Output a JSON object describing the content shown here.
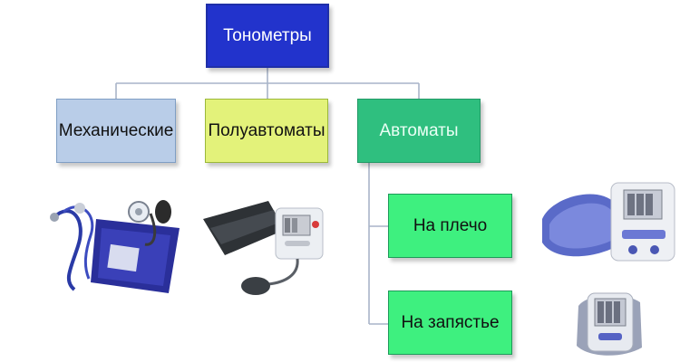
{
  "diagram": {
    "root": {
      "label": "Тонометры",
      "color": "#2233cc"
    },
    "categories": [
      {
        "key": "mechanical",
        "label": "Механические",
        "color": "#b9cde8"
      },
      {
        "key": "semi",
        "label": "Полуавтоматы",
        "color": "#e3f27a"
      },
      {
        "key": "auto",
        "label": "Автоматы",
        "color": "#2fbf7f"
      }
    ],
    "auto_children": [
      {
        "key": "arm",
        "label": "На плечо",
        "color": "#3ef07f"
      },
      {
        "key": "wrist",
        "label": "На запястье",
        "color": "#3ef07f"
      }
    ],
    "illustrations": [
      "mechanical-tonometer-image",
      "semi-automatic-tonometer-image",
      "arm-automatic-tonometer-image",
      "wrist-automatic-tonometer-image"
    ]
  }
}
